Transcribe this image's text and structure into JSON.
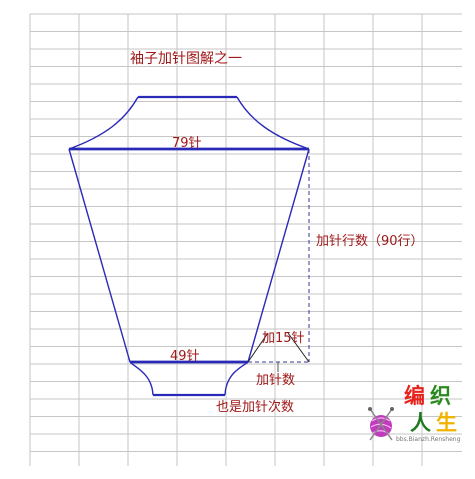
{
  "title": "袖子加针图解之一",
  "labels": {
    "top_width": "79针",
    "bottom_width": "49针",
    "side_rows": "加针行数（90行）",
    "increase_count": "加15针",
    "increase_note_line1": "加针数",
    "increase_note_line2": "也是加针次数"
  },
  "logo": {
    "char_top_left": "编",
    "char_top_right": "织",
    "char_bottom_left": "人",
    "char_bottom_right": "生",
    "url_text": "bbs.Bianzh.Rensheng",
    "colors": {
      "char_top_left": "#e8231c",
      "char_top_right": "#2b8a1f",
      "char_bottom_left": "#1f7a1f",
      "char_bottom_right": "#f0b400",
      "yarn": "#c23bbd"
    }
  },
  "colors": {
    "outline": "#2a2ab8",
    "label": "#a01818",
    "grid": "#c6c6c6"
  }
}
